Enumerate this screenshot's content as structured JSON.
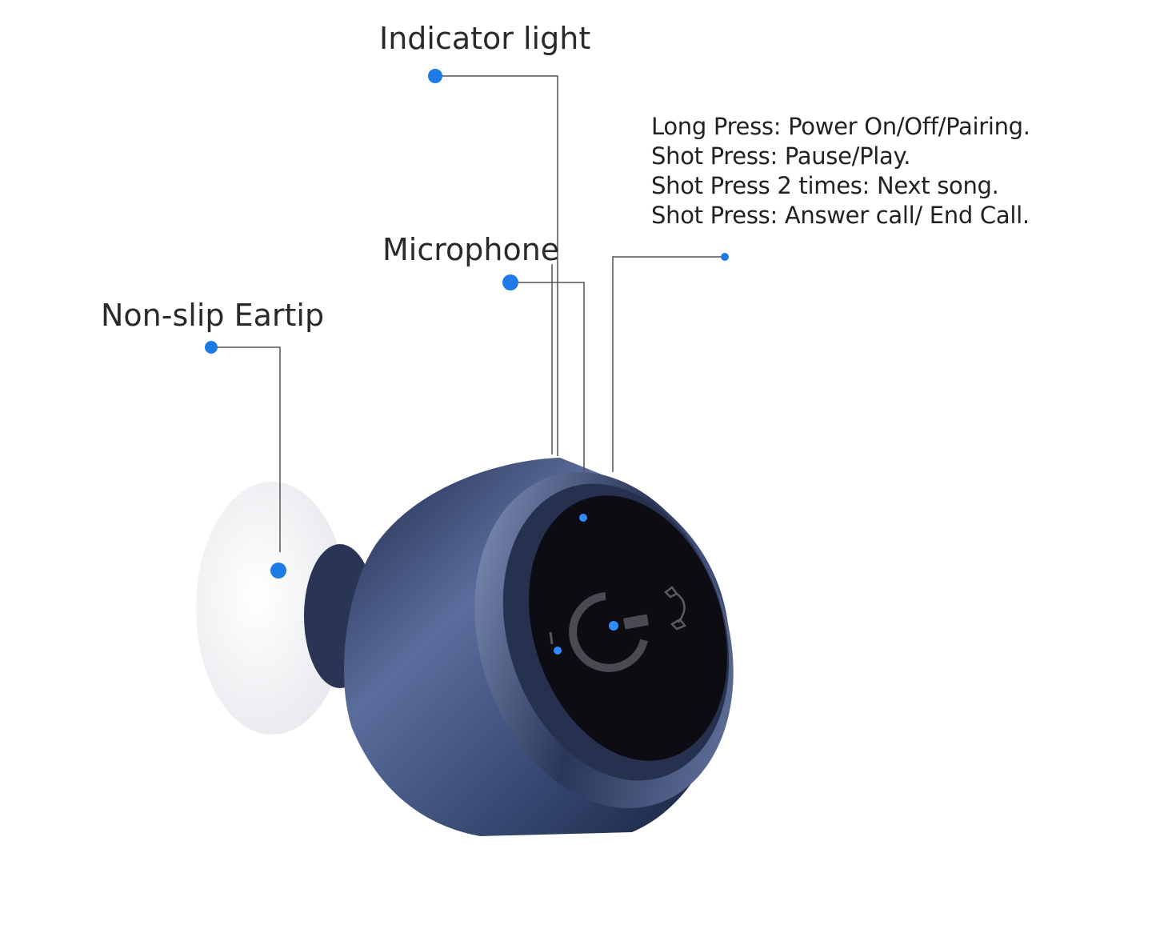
{
  "labels": {
    "indicator_light": "Indicator light",
    "microphone": "Microphone",
    "eartip": "Non-slip Eartip"
  },
  "button_instructions": [
    "Long Press: Power On/Off/Pairing.",
    "Shot Press: Pause/Play.",
    "Shot Press 2 times: Next song.",
    "Shot Press: Answer call/ End Call."
  ],
  "colors": {
    "accent_dot": "#1e7be6",
    "body": "#34466f",
    "face": "#0c0c12",
    "eartip": "#f4f4f6"
  }
}
